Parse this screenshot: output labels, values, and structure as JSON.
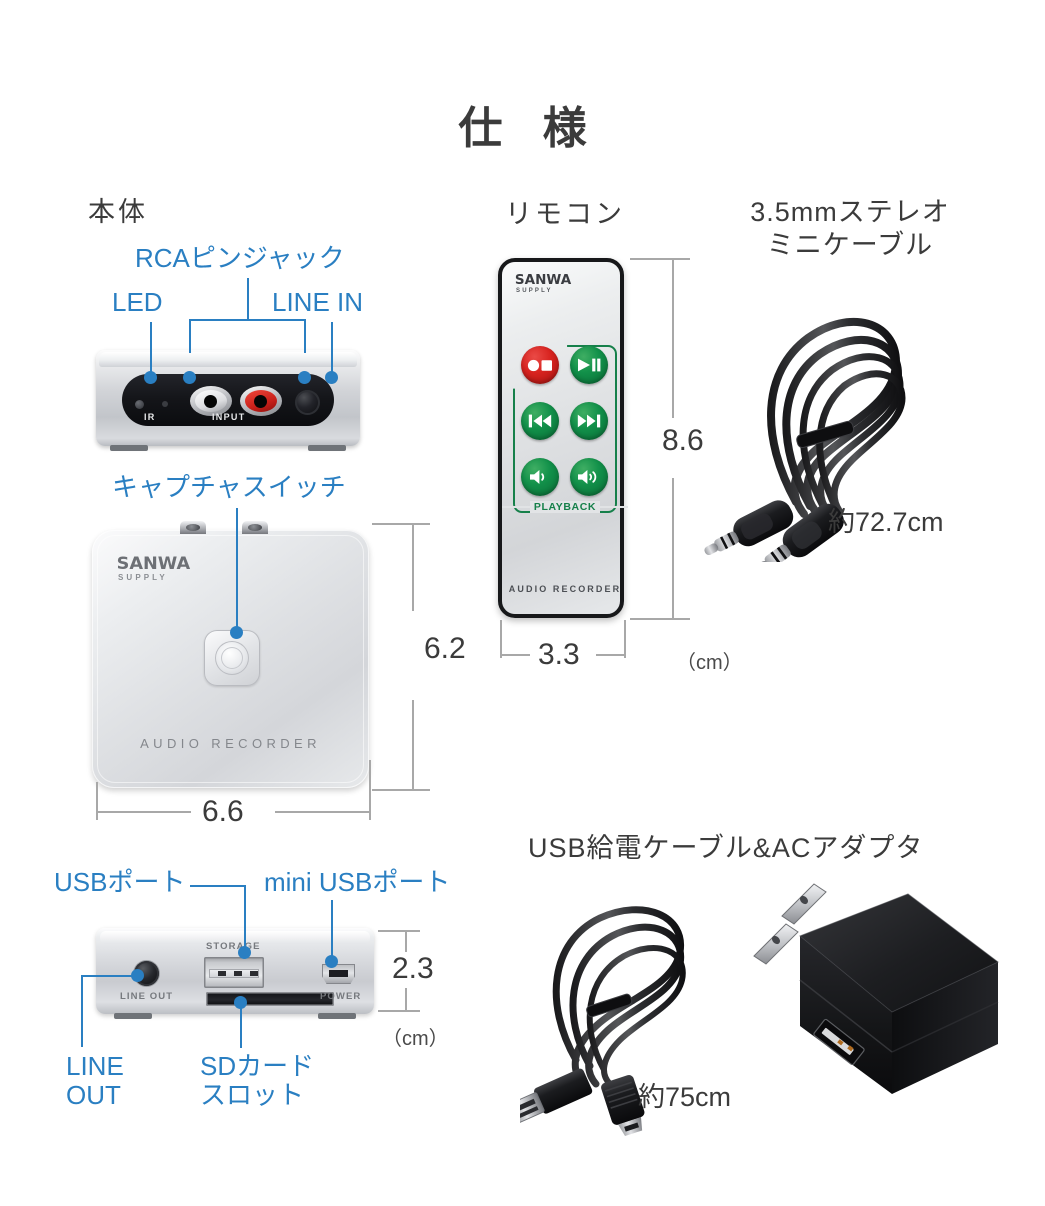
{
  "page": {
    "title": "仕 様",
    "accent_blue": "#2a7fc2",
    "text_dark": "#3b3b3b",
    "dimension_gray": "#a8a8a8",
    "unit_note": "（cm）"
  },
  "sections": {
    "main_unit": {
      "heading": "本体"
    },
    "remote": {
      "heading": "リモコン"
    },
    "stereo_cable": {
      "heading_line1": "3.5mmステレオ",
      "heading_line2": "ミニケーブル",
      "length": "約72.7cm"
    },
    "usb_ac": {
      "heading": "USB給電ケーブル&ACアダプタ",
      "length": "約75cm"
    }
  },
  "callouts": {
    "led": "LED",
    "rca_pin_jack": "RCAピンジャック",
    "line_in": "LINE IN",
    "capture_switch": "キャプチャスイッチ",
    "usb_port": "USBポート",
    "mini_usb_port": "mini USBポート",
    "line_out_l1": "LINE",
    "line_out_l2": "OUT",
    "sd_slot_l1": "SDカード",
    "sd_slot_l2": "スロット"
  },
  "dimensions": {
    "unit_width": "6.6",
    "unit_depth": "6.2",
    "unit_height": "2.3",
    "remote_height": "8.6",
    "remote_width": "3.3",
    "unit_suffix": "（cm）"
  },
  "device_markings": {
    "brand_main": "SANWA",
    "brand_sub": "SUPPLY",
    "product_name": "AUDIO RECORDER",
    "rear_ir": "IR",
    "rear_input": "INPUT",
    "port_storage": "STORAGE",
    "port_line_out": "LINE OUT",
    "port_power": "POWER",
    "remote_playback": "PLAYBACK"
  },
  "remote_buttons": [
    {
      "id": "record-stop",
      "icon": "record-stop-icon",
      "color": "#d8231f"
    },
    {
      "id": "play-pause",
      "icon": "play-pause-icon",
      "color": "#12914a"
    },
    {
      "id": "previous-track",
      "icon": "previous-track-icon",
      "color": "#12914a"
    },
    {
      "id": "next-track",
      "icon": "next-track-icon",
      "color": "#12914a"
    },
    {
      "id": "volume-down",
      "icon": "volume-down-icon",
      "color": "#12914a"
    },
    {
      "id": "volume-up",
      "icon": "volume-up-icon",
      "color": "#12914a"
    }
  ]
}
